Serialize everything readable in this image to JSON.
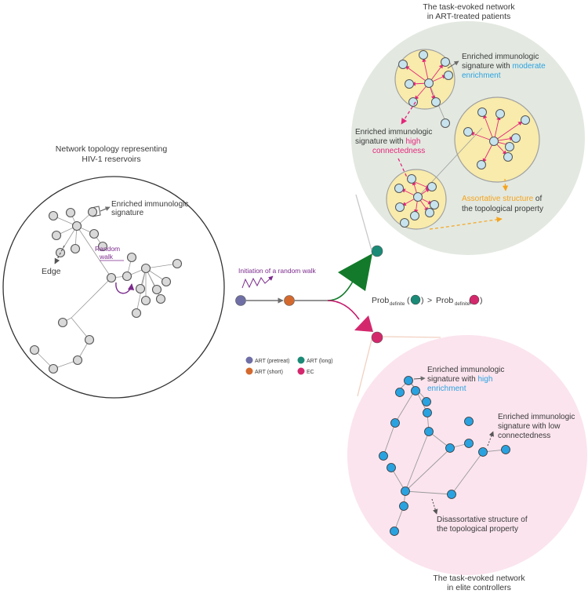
{
  "topology": {
    "title_line1": "Network topology representing",
    "title_line2": "HIV-1 reservoirs",
    "enriched_line1": "Enriched immunologic",
    "enriched_line2": "signature",
    "random_walk_line1": "Random",
    "random_walk_line2": "walk",
    "edge_label": "Edge"
  },
  "initiation_label": "Initiation of a random walk",
  "prob_expression": {
    "prob_word": "Prob",
    "subscript": "definite",
    "operator": ">"
  },
  "legend": {
    "items": [
      {
        "label": "ART (pretreat)",
        "color": "#6f6fa6"
      },
      {
        "label": "ART (long)",
        "color": "#1b8a77"
      },
      {
        "label": "ART (short)",
        "color": "#d4692e"
      },
      {
        "label": "EC",
        "color": "#d4286d"
      }
    ]
  },
  "art_network": {
    "title_line1": "The task-evoked network",
    "title_line2": "in ART-treated patients",
    "moderate_line1": "Enriched immunologic",
    "moderate_line2_prefix": "signature with ",
    "moderate_line2_highlight": "moderate",
    "moderate_line3": "enrichment",
    "connected_line1": "Enriched immunologic",
    "connected_line2_prefix": "signature with ",
    "connected_line2_highlight": "high",
    "connected_line3": "connectedness",
    "assortative_highlight": "Assortative structure",
    "assortative_suffix": " of",
    "assortative_line2": "the topological property"
  },
  "ec_network": {
    "title_line1": "The task-evoked network",
    "title_line2": "in elite controllers",
    "high_line1": "Enriched immunologic",
    "high_line2_prefix": "signature with ",
    "high_line2_highlight": "high",
    "high_line3": "enrichment",
    "low_line1": "Enriched immunologic",
    "low_line2": "signature with low",
    "low_line3": "connectedness",
    "disassortative_line1": "Disassortative structure of",
    "disassortative_line2": "the topological property"
  },
  "colors": {
    "art_bg": "#e3e9e1",
    "cluster_fill": "#f8ebab",
    "ec_bg": "#fbe4ee",
    "ec_node": "#2aa2e0",
    "art_node": "#c7e3ee",
    "gray_node": "#d9d9d9",
    "magenta": "#e4267a",
    "purple": "#7b2a8c",
    "orange": "#f6a31c",
    "blue_text": "#2aa2e0",
    "dark_green": "#127a2a",
    "teal": "#1b8a77"
  }
}
